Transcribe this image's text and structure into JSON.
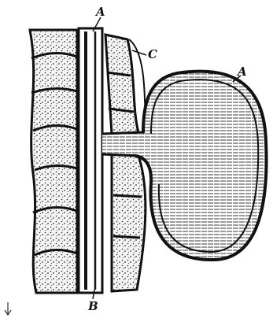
{
  "labels": {
    "top_a": "A",
    "right_a": "A",
    "c": "C",
    "b": "B"
  }
}
